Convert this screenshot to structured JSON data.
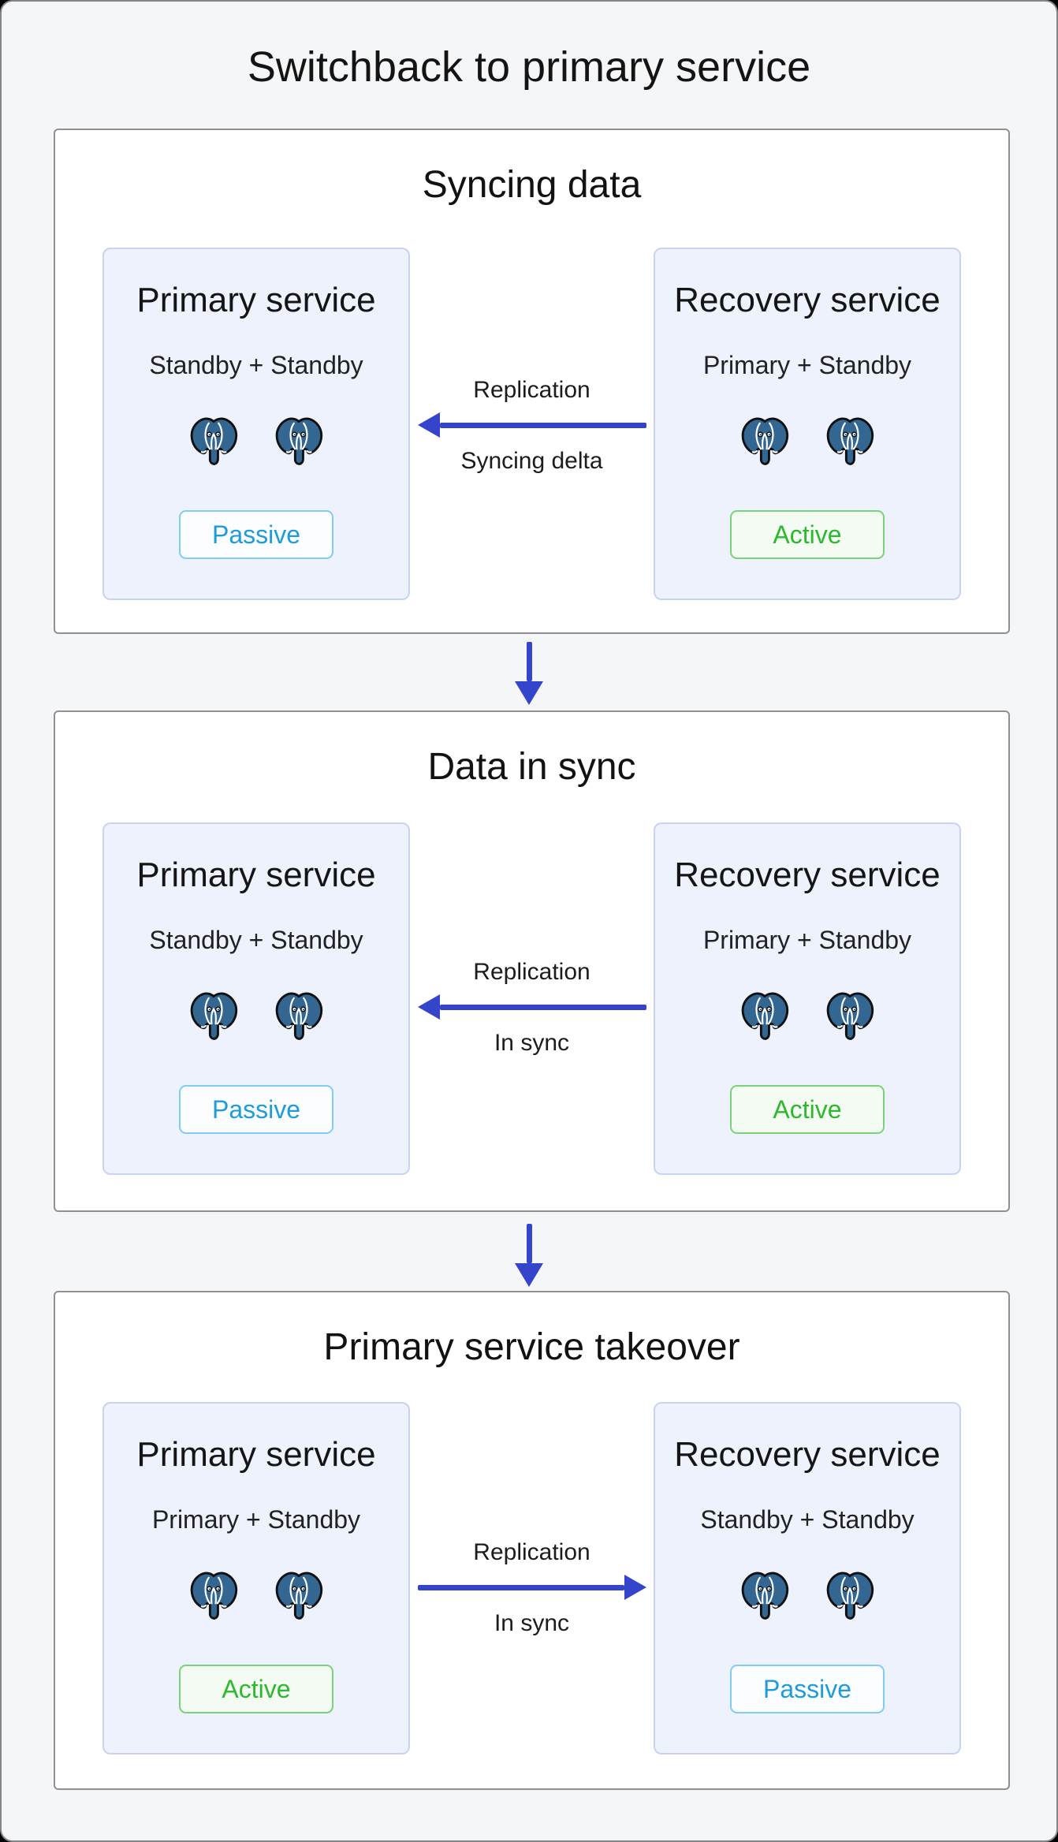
{
  "page": {
    "title": "Switchback to primary service"
  },
  "colors": {
    "arrow_blue": "#3444cb",
    "passive_text": "#1e9cd8",
    "passive_border": "#7fcdf4",
    "active_text": "#2eb82e",
    "active_border": "#79d279",
    "elephant_blue": "#336791",
    "box_background": "#edf2fc",
    "panel_background": "#ffffff",
    "canvas_background": "#f5f6f8"
  },
  "icons": {
    "postgres": "postgresql-elephant-icon"
  },
  "panels": [
    {
      "id": "syncing-data",
      "title": "Syncing data",
      "boxes": [
        {
          "title": "Primary service",
          "subtitle": "Standby + Standby",
          "badge": {
            "label": "Passive",
            "state": "passive"
          }
        },
        {
          "title": "Recovery service",
          "subtitle": "Primary + Standby",
          "badge": {
            "label": "Active",
            "state": "active"
          }
        }
      ],
      "arrow": {
        "direction": "left",
        "label_top": "Replication",
        "label_bottom": "Syncing delta"
      }
    },
    {
      "id": "data-in-sync",
      "title": "Data in sync",
      "boxes": [
        {
          "title": "Primary service",
          "subtitle": "Standby + Standby",
          "badge": {
            "label": "Passive",
            "state": "passive"
          }
        },
        {
          "title": "Recovery service",
          "subtitle": "Primary + Standby",
          "badge": {
            "label": "Active",
            "state": "active"
          }
        }
      ],
      "arrow": {
        "direction": "left",
        "label_top": "Replication",
        "label_bottom": "In sync"
      }
    },
    {
      "id": "primary-service-takeover",
      "title": "Primary service takeover",
      "boxes": [
        {
          "title": "Primary service",
          "subtitle": "Primary + Standby",
          "badge": {
            "label": "Active",
            "state": "active"
          }
        },
        {
          "title": "Recovery service",
          "subtitle": "Standby + Standby",
          "badge": {
            "label": "Passive",
            "state": "passive"
          }
        }
      ],
      "arrow": {
        "direction": "right",
        "label_top": "Replication",
        "label_bottom": "In sync"
      }
    }
  ],
  "connectors": [
    {
      "direction": "down"
    },
    {
      "direction": "down"
    }
  ]
}
